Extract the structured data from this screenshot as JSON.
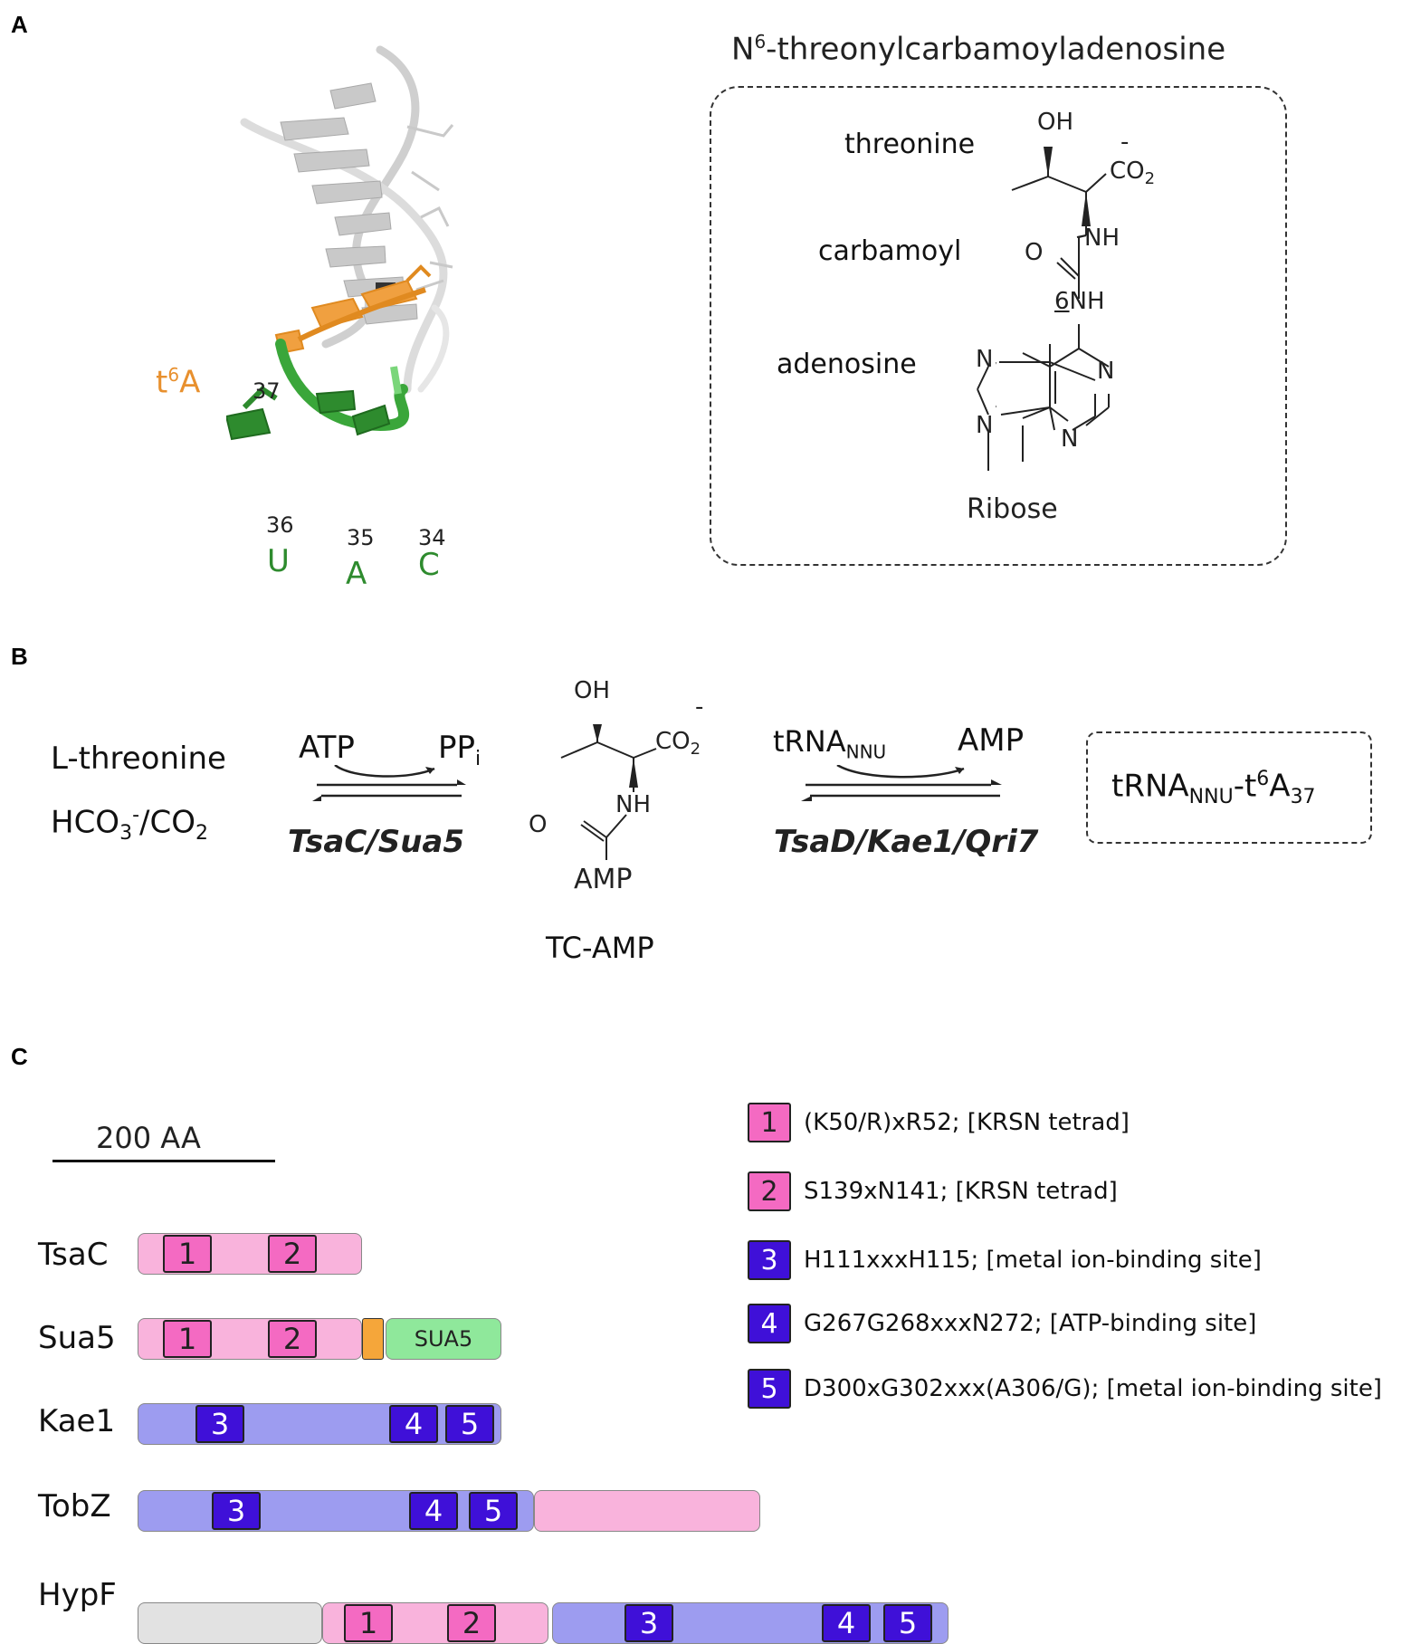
{
  "panel_a": {
    "letter": "A",
    "structure": {
      "t6a_label": "t",
      "t6a_sup": "6",
      "t6a_tail": "A",
      "pos_37": "37",
      "pos_36": "36",
      "pos_35": "35",
      "pos_34": "34",
      "base_u": "U",
      "base_a": "A",
      "base_c": "C"
    },
    "molecule": {
      "title_pre": "N",
      "title_sup": "6",
      "title_post": "-threonylcarbamoyladenosine",
      "threonine": "threonine",
      "carbamoyl": "carbamoyl",
      "adenosine": "adenosine",
      "oh": "OH",
      "co2": "CO",
      "co2_sub": "2",
      "minus": "-",
      "nh": "NH",
      "o": "O",
      "nh6_num": "6",
      "nh6": "NH",
      "n": "N",
      "ribose": "Ribose"
    },
    "colors": {
      "t6a": "#f0a040",
      "anticodon": "#2e8b2e",
      "helix": "#d8d8d8"
    }
  },
  "panel_b": {
    "letter": "B",
    "l_threonine": "L-threonine",
    "hco3": "HCO",
    "hco3_sub": "3",
    "hco3_sup": "-",
    "co2_tail": "/CO",
    "co2_tail_sub": "2",
    "atp": "ATP",
    "ppi": "PP",
    "ppi_sub": "i",
    "enzyme1": "TsaC/Sua5",
    "oh": "OH",
    "co2": "CO",
    "co2_sub": "2",
    "minus": "-",
    "nh": "NH",
    "o": "O",
    "amp_group": "AMP",
    "tc_amp": "TC-AMP",
    "trna": "tRNA",
    "trna_sub": "NNU",
    "amp": "AMP",
    "enzyme2": "TsaD/Kae1/Qri7",
    "product_trna": "tRNA",
    "product_sub": "NNU",
    "product_dash": "-t",
    "product_sup": "6",
    "product_a": "A",
    "product_a_sub": "37"
  },
  "panel_c": {
    "letter": "C",
    "scale_label": "200 AA",
    "proteins": [
      "TsaC",
      "Sua5",
      "Kae1",
      "TobZ",
      "HypF"
    ],
    "sua5_domain": "SUA5",
    "legend": [
      {
        "num": "1",
        "text": "(K50/R)xR52; [KRSN tetrad]"
      },
      {
        "num": "2",
        "text": "S139xN141; [KRSN tetrad]"
      },
      {
        "num": "3",
        "text": "H111xxxH115; [metal ion-binding site]"
      },
      {
        "num": "4",
        "text": "G267G268xxxN272; [ATP-binding site]"
      },
      {
        "num": "5",
        "text": "D300xG302xxx(A306/G); [metal ion-binding site]"
      }
    ],
    "motif_nums": [
      "1",
      "2",
      "3",
      "4",
      "5"
    ],
    "colors": {
      "pink_bar": "#f9b3dc",
      "pink_motif": "#f46ac2",
      "blue_bar": "#9d9cf0",
      "blue_motif": "#3f10d8",
      "green": "#8fe89b",
      "orange": "#f5a63a",
      "grey": "#e2e2e2"
    }
  }
}
